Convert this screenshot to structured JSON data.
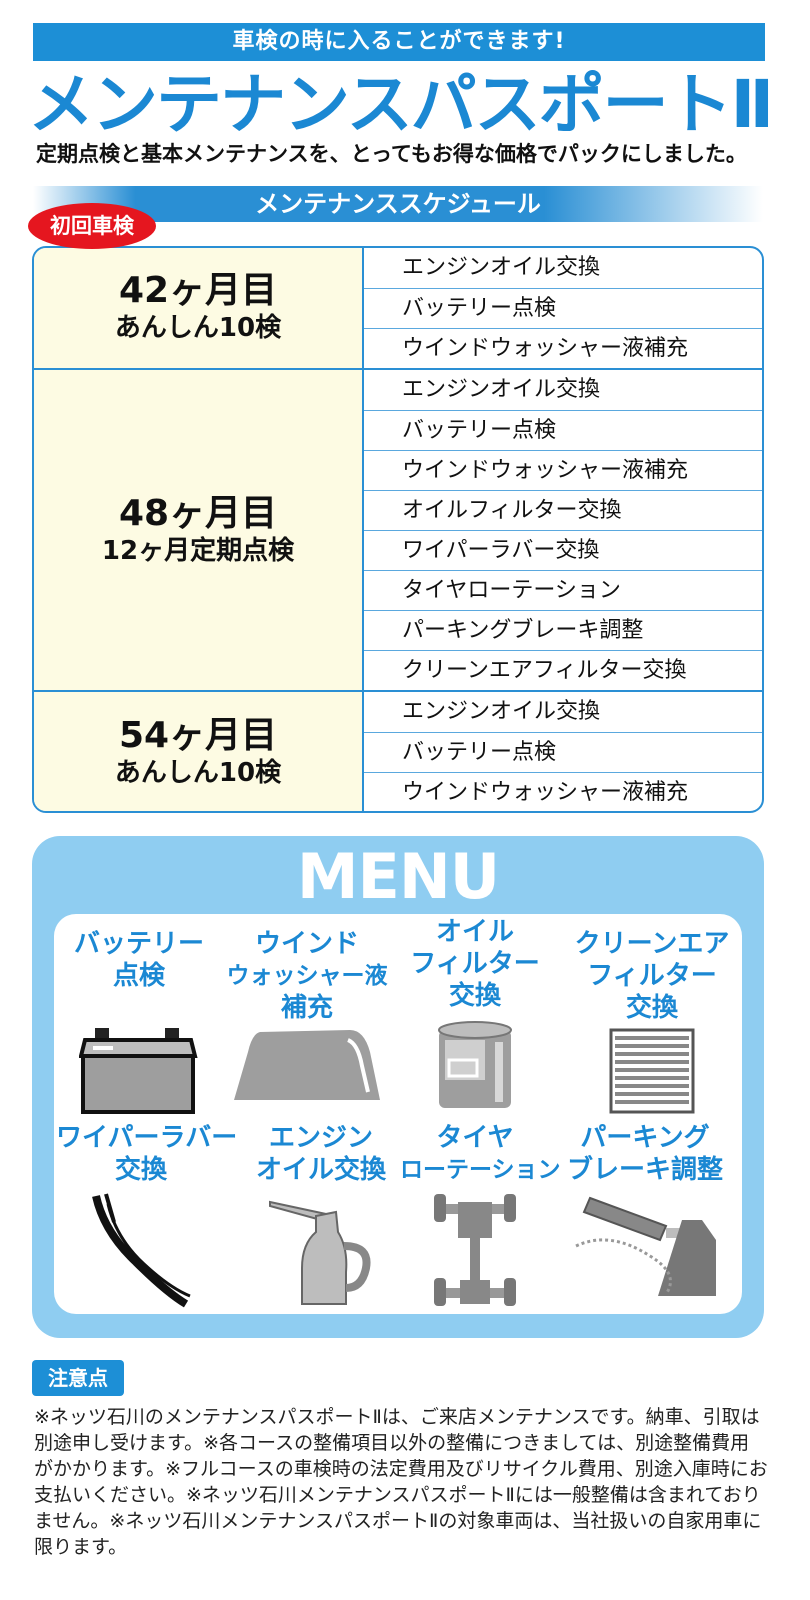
{
  "header": {
    "banner": "車検の時に入ることができます!",
    "title": "メンテナンスパスポートⅡ",
    "subtitle": "定期点検と基本メンテナンスを、とってもお得な価格でパックにしました。"
  },
  "schedule": {
    "heading": "メンテナンススケジュール",
    "badge": "初回車検",
    "groups": [
      {
        "month": "42ヶ月目",
        "label": "あんしん10検",
        "items": [
          "エンジンオイル交換",
          "バッテリー点検",
          "ウインドウォッシャー液補充"
        ]
      },
      {
        "month": "48ヶ月目",
        "label": "12ヶ月定期点検",
        "items": [
          "エンジンオイル交換",
          "バッテリー点検",
          "ウインドウォッシャー液補充",
          "オイルフィルター交換",
          "ワイパーラバー交換",
          "タイヤローテーション",
          "パーキングブレーキ調整",
          "クリーンエアフィルター交換"
        ]
      },
      {
        "month": "54ヶ月目",
        "label": "あんしん10検",
        "items": [
          "エンジンオイル交換",
          "バッテリー点検",
          "ウインドウォッシャー液補充"
        ]
      }
    ]
  },
  "menu": {
    "title": "MENU",
    "items": [
      {
        "lines": [
          "バッテリー",
          "点検"
        ],
        "icon": "battery-icon"
      },
      {
        "lines": [
          "ウインド",
          "ウォッシャー液",
          "補充"
        ],
        "icon": "windshield-icon"
      },
      {
        "lines": [
          "オイル",
          "フィルター",
          "交換"
        ],
        "icon": "oil-filter-icon"
      },
      {
        "lines": [
          "クリーンエア",
          "フィルター",
          "交換"
        ],
        "icon": "air-filter-icon"
      },
      {
        "lines": [
          "ワイパーラバー",
          "交換"
        ],
        "icon": "wiper-icon"
      },
      {
        "lines": [
          "エンジン",
          "オイル交換"
        ],
        "icon": "oil-jug-icon"
      },
      {
        "lines": [
          "タイヤ",
          "ローテーション"
        ],
        "icon": "tire-rotation-icon"
      },
      {
        "lines": [
          "パーキング",
          "ブレーキ調整"
        ],
        "icon": "parking-brake-icon"
      }
    ]
  },
  "notice": {
    "label": "注意点",
    "text": "※ネッツ石川のメンテナンスパスポートⅡは、ご来店メンテナンスです。納車、引取は別途申し受けます。※各コースの整備項目以外の整備につきましては、別途整備費用がかかります。※フルコースの車検時の法定費用及びリサイクル費用、別途入庫時にお支払いください。※ネッツ石川メンテナンスパスポートⅡには一般整備は含まれておりません。※ネッツ石川メンテナンスパスポートⅡの対象車両は、当社扱いの自家用車に限ります。"
  }
}
